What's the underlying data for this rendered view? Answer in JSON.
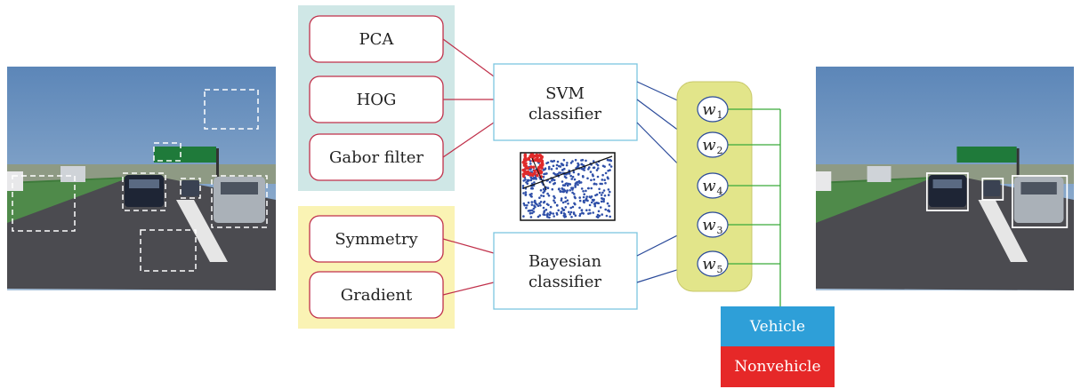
{
  "features": {
    "texture": [
      "PCA",
      "HOG",
      "Gabor filter"
    ],
    "shape": [
      "Symmetry",
      "Gradient"
    ]
  },
  "classifiers": {
    "svm": [
      "SVM",
      "classifier"
    ],
    "bayes": [
      "Bayesian",
      "classifier"
    ]
  },
  "weights": [
    {
      "base": "w",
      "sub": "1"
    },
    {
      "base": "w",
      "sub": "2"
    },
    {
      "base": "w",
      "sub": "4"
    },
    {
      "base": "w",
      "sub": "3"
    },
    {
      "base": "w",
      "sub": "5"
    }
  ],
  "outputs": {
    "vehicle": "Vehicle",
    "nonvehicle": "Nonvehicle"
  },
  "colors": {
    "texture_panel": "#cfe7e6",
    "shape_panel": "#faf3b4",
    "feature_border": "#c0304a",
    "classifier_border": "#7cc6e0",
    "weight_panel": "#e2e58a",
    "weight_link": "#2a4a9a",
    "vote_line": "#3aaa3a",
    "vehicle_bg": "#2e9fd8",
    "nonvehicle_bg": "#e62828"
  }
}
